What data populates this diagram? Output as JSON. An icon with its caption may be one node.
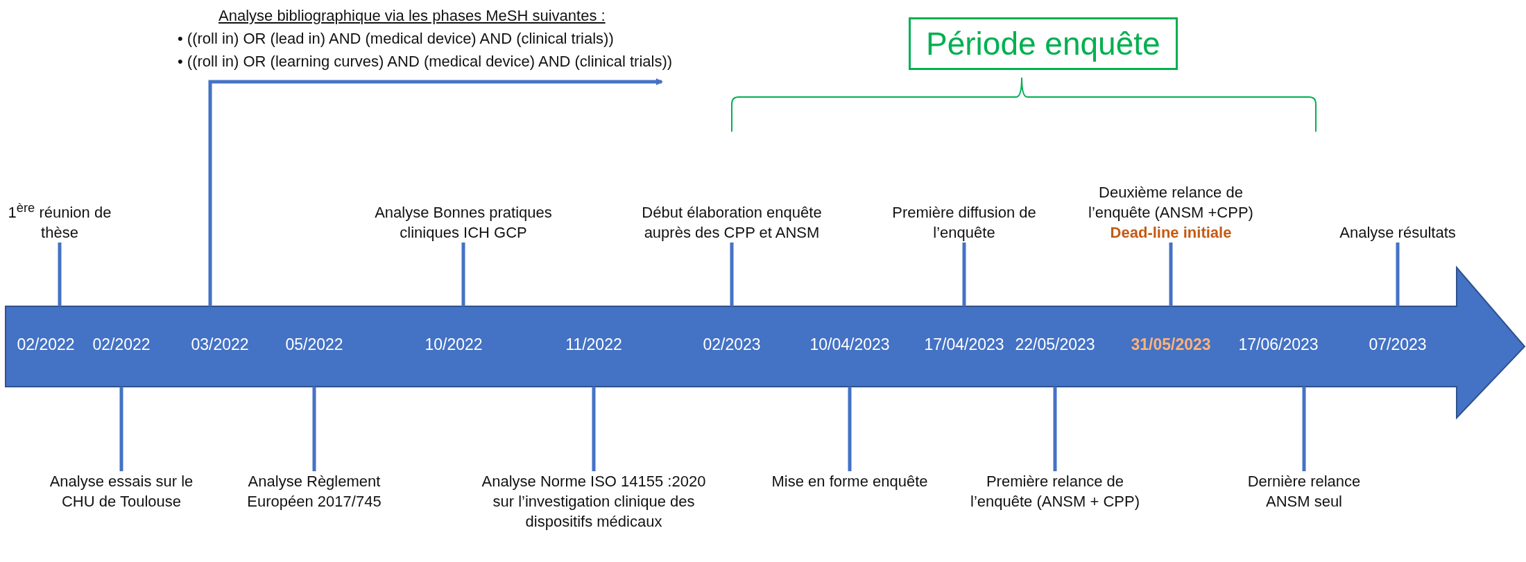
{
  "diagram": {
    "nodes": [
      {
        "text": [],
        "shape": "arrow"
      },
      {
        "text": [
          "1$^{ère}$ réunion de thèse"
        ]
      },
      {
        "text": [
          "Analyse essais sur le CHU de Toulouse"
        ]
      },
      {
        "text": [
          "Analyse Règlement Européen 2017/745"
        ]
      },
      {
        "text": [
          "Analyse Bonnes pratiques cliniques ICH GCP"
        ]
      },
      {
        "text": [
          "Analyse Norme ISO 14155 :2020 sur l’investigation clinique des dispositifs médicaux"
        ]
      },
      {
        "text": [
          "Début élaboration enquête auprès des CPP et ANSM"
        ]
      },
      {
        "text": [
          "Mise en forme enquête"
        ]
      },
      {
        "text": [
          "Première diffusion de l’enquête"
        ]
      },
      {
        "text": [
          "Première relance de l’enquête (ANSM + CPP)"
        ]
      },
      {
        "text": [
          "Deuxième relance de l’enquête (ANSM +CPP)",
          "Dead-line initiale"
        ]
      },
      {
        "text": [
          "Dernière relance ANSM seul"
        ]
      },
      {
        "text": [
          "Analyse résultats"
        ]
      },
      {
        "text": [
          "Période enquête"
        ]
      },
      {
        "text": [
          "Analyse bibliographique via les phases MeSH suivantes :",
          "• ((roll in) OR (lead in) AND (medical device) AND (clinical trials))",
          "• ((roll in) OR (learning curves) AND (medical device) AND (clinical trials))"
        ]
      }
    ],
    "edges": [
      {
        "from": 1,
        "to": 0,
        "arrow": "none"
      },
      {
        "from": 2,
        "to": 0,
        "arrow": "none"
      },
      {
        "from": 3,
        "to": 0,
        "arrow": "none"
      },
      {
        "from": 4,
        "to": 0,
        "arrow": "none"
      },
      {
        "from": 5,
        "to": 0,
        "arrow": "none"
      },
      {
        "from": 6,
        "to": 0,
        "arrow": "none"
      },
      {
        "from": 7,
        "to": 0,
        "arrow": "none"
      },
      {
        "from": 8,
        "to": 0,
        "arrow": "none"
      },
      {
        "from": 9,
        "to": 0,
        "arrow": "none"
      },
      {
        "from": 10,
        "to": 0,
        "arrow": "none"
      },
      {
        "from": 11,
        "to": 0,
        "arrow": "none"
      },
      {
        "from": 12,
        "to": 0,
        "arrow": "none"
      },
      {
        "from": 0,
        "to": 14,
        "arrow": "to"
      }
    ],
    "labels": [
      "02/2022",
      "02/2022",
      "03/2022",
      "05/2022",
      "10/2022",
      "11/2022",
      "02/2023",
      "10/04/2023",
      "17/04/2023",
      "22/05/2023",
      "31/05/2023",
      "17/06/2023",
      "07/2023"
    ]
  }
}
